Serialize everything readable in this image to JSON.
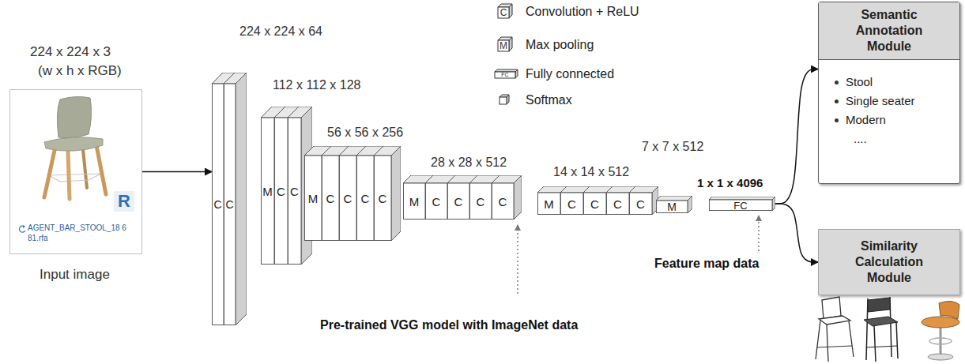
{
  "diagram": {
    "nodes": [
      {
        "text": [
          "R",
          "AGENT_BAR_STOOL_18 681.rfa"
        ]
      },
      {
        "text": [
          "C"
        ]
      },
      {
        "text": [
          "C"
        ]
      },
      {
        "text": [
          "M"
        ]
      },
      {
        "text": [
          "C"
        ]
      },
      {
        "text": [
          "C"
        ]
      },
      {
        "text": [
          "M"
        ]
      },
      {
        "text": [
          "C"
        ]
      },
      {
        "text": [
          "C"
        ]
      },
      {
        "text": [
          "C"
        ]
      },
      {
        "text": [
          "C"
        ]
      },
      {
        "text": [
          "M"
        ]
      },
      {
        "text": [
          "C"
        ]
      },
      {
        "text": [
          "C"
        ]
      },
      {
        "text": [
          "C"
        ]
      },
      {
        "text": [
          "C"
        ]
      },
      {
        "text": [
          "M"
        ]
      },
      {
        "text": [
          "C"
        ]
      },
      {
        "text": [
          "C"
        ]
      },
      {
        "text": [
          "C"
        ]
      },
      {
        "text": [
          "C"
        ]
      },
      {
        "text": [
          "M"
        ]
      },
      {
        "text": [
          "FC"
        ]
      },
      {
        "text": [
          "Semantic Annotation Module",
          "Stool",
          "Single seater",
          "Modern",
          "...."
        ]
      },
      {
        "text": [
          "Similarity Calculation Module"
        ]
      }
    ],
    "edges": [
      {
        "from": 0,
        "to": 1,
        "arrow": "to"
      },
      {
        "from": 22,
        "to": 23,
        "arrow": "to"
      },
      {
        "from": 22,
        "to": 24,
        "arrow": "to"
      }
    ],
    "labels": [
      "224 x 224 x 3",
      "(w x h x RGB)",
      "Input image",
      "224 x 224 x 64",
      "112 x 112 x 128",
      "56 x 56 x 256",
      "28 x 28 x 512",
      "14 x 14 x 512",
      "7 x 7 x 512",
      "1 x 1 x 4096",
      "Feature map data",
      "Pre-trained VGG model with ImageNet data",
      "C",
      "M",
      "FC"
    ],
    "legend": [
      {
        "text": "Convolution + ReLU"
      },
      {
        "text": "Max pooling"
      },
      {
        "text": "Fully connected"
      },
      {
        "text": "Softmax"
      }
    ]
  }
}
